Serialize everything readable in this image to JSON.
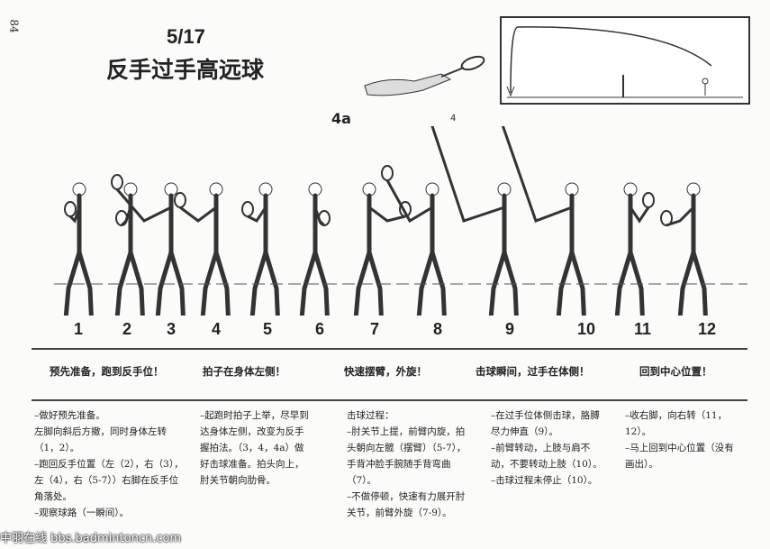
{
  "page_number": "84",
  "title_number": "5/17",
  "title": "反手过手高远球",
  "figure_label_4a": "4a",
  "figure_label_4": "4",
  "frame_numbers": [
    "1",
    "2",
    "3",
    "4",
    "5",
    "6",
    "7",
    "8",
    "9",
    "10",
    "11",
    "12"
  ],
  "phase_headings": [
    "预先准备，跑到反手位！",
    "拍子在身体左侧！",
    "快速摆臂，外旋！",
    "击球瞬间，过手在体侧！",
    "回到中心位置！"
  ],
  "columns": [
    [
      "–做好预先准备。",
      "左脚向斜后方撤，同时身体左转（1，2）。",
      "–跑回反手位置（左（2），右（3），左（4），右（5-7））右脚在反手位角落处。",
      "–观察球路（一瞬间）。"
    ],
    [
      "–起跑时拍子上举，尽早到达身体左侧，改变为反手握拍法。（3，4，4a）做好击球准备。拍头向上，肘关节朝向肋骨。"
    ],
    [
      "击球过程：",
      "–肘关节上提，前臂内旋，拍头朝向左髋（摆臂）（5-7），手背冲脸手腕随手背弯曲（7）。",
      "–不做停顿，快速有力展开肘关节，前臂外旋（7-9）。"
    ],
    [
      "–在过手位体侧击球，胳膊尽力伸直（9）。",
      "–前臂转动，上肢与肩不动，不要转动上肢（10）。",
      "–击球过程未停止（10）。"
    ],
    [
      "–收右脚，向右转（11，12）。",
      "–马上回到中心位置（没有画出）。"
    ]
  ],
  "watermark": "中羽在线 bbs.badmintoncn.com"
}
